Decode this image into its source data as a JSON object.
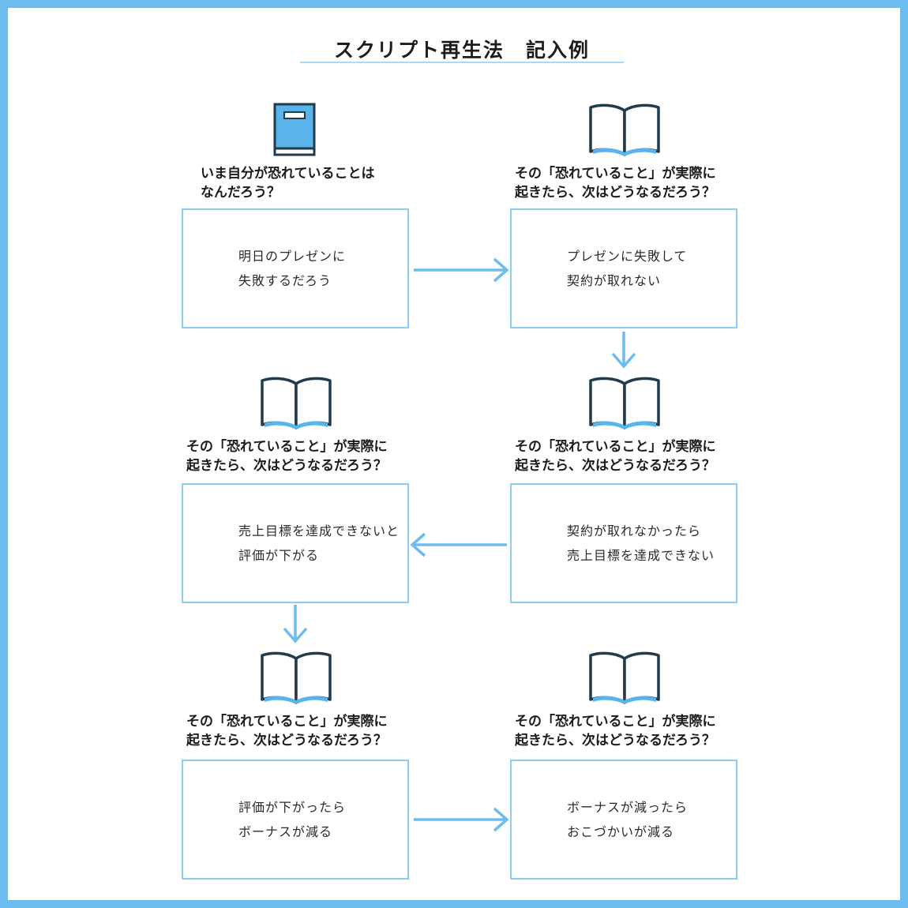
{
  "title": "スクリプト再生法　記入例",
  "colors": {
    "frame": "#6cbcef",
    "arrow": "#6cbcef",
    "box_border": "#8ccdf4",
    "book_cover": "#5ab4ea",
    "icon_outline": "#1f3b4d"
  },
  "icons": {
    "first": "closed-book-icon",
    "others": "open-book-icon"
  },
  "steps": [
    {
      "question": [
        "いま自分が恐れていることは",
        "なんだろう？"
      ],
      "answer": [
        "明日のプレゼンに",
        "失敗するだろう"
      ]
    },
    {
      "question": [
        "その「恐れていること」が実際に",
        "起きたら、次はどうなるだろう？"
      ],
      "answer": [
        "プレゼンに失敗して",
        "契約が取れない"
      ]
    },
    {
      "question": [
        "その「恐れていること」が実際に",
        "起きたら、次はどうなるだろう？"
      ],
      "answer": [
        "契約が取れなかったら",
        "売上目標を達成できない"
      ]
    },
    {
      "question": [
        "その「恐れていること」が実際に",
        "起きたら、次はどうなるだろう？"
      ],
      "answer": [
        "売上目標を達成できないと",
        "評価が下がる"
      ]
    },
    {
      "question": [
        "その「恐れていること」が実際に",
        "起きたら、次はどうなるだろう？"
      ],
      "answer": [
        "評価が下がったら",
        "ボーナスが減る"
      ]
    },
    {
      "question": [
        "その「恐れていること」が実際に",
        "起きたら、次はどうなるだろう？"
      ],
      "answer": [
        "ボーナスが減ったら",
        "おこづかいが減る"
      ]
    }
  ]
}
